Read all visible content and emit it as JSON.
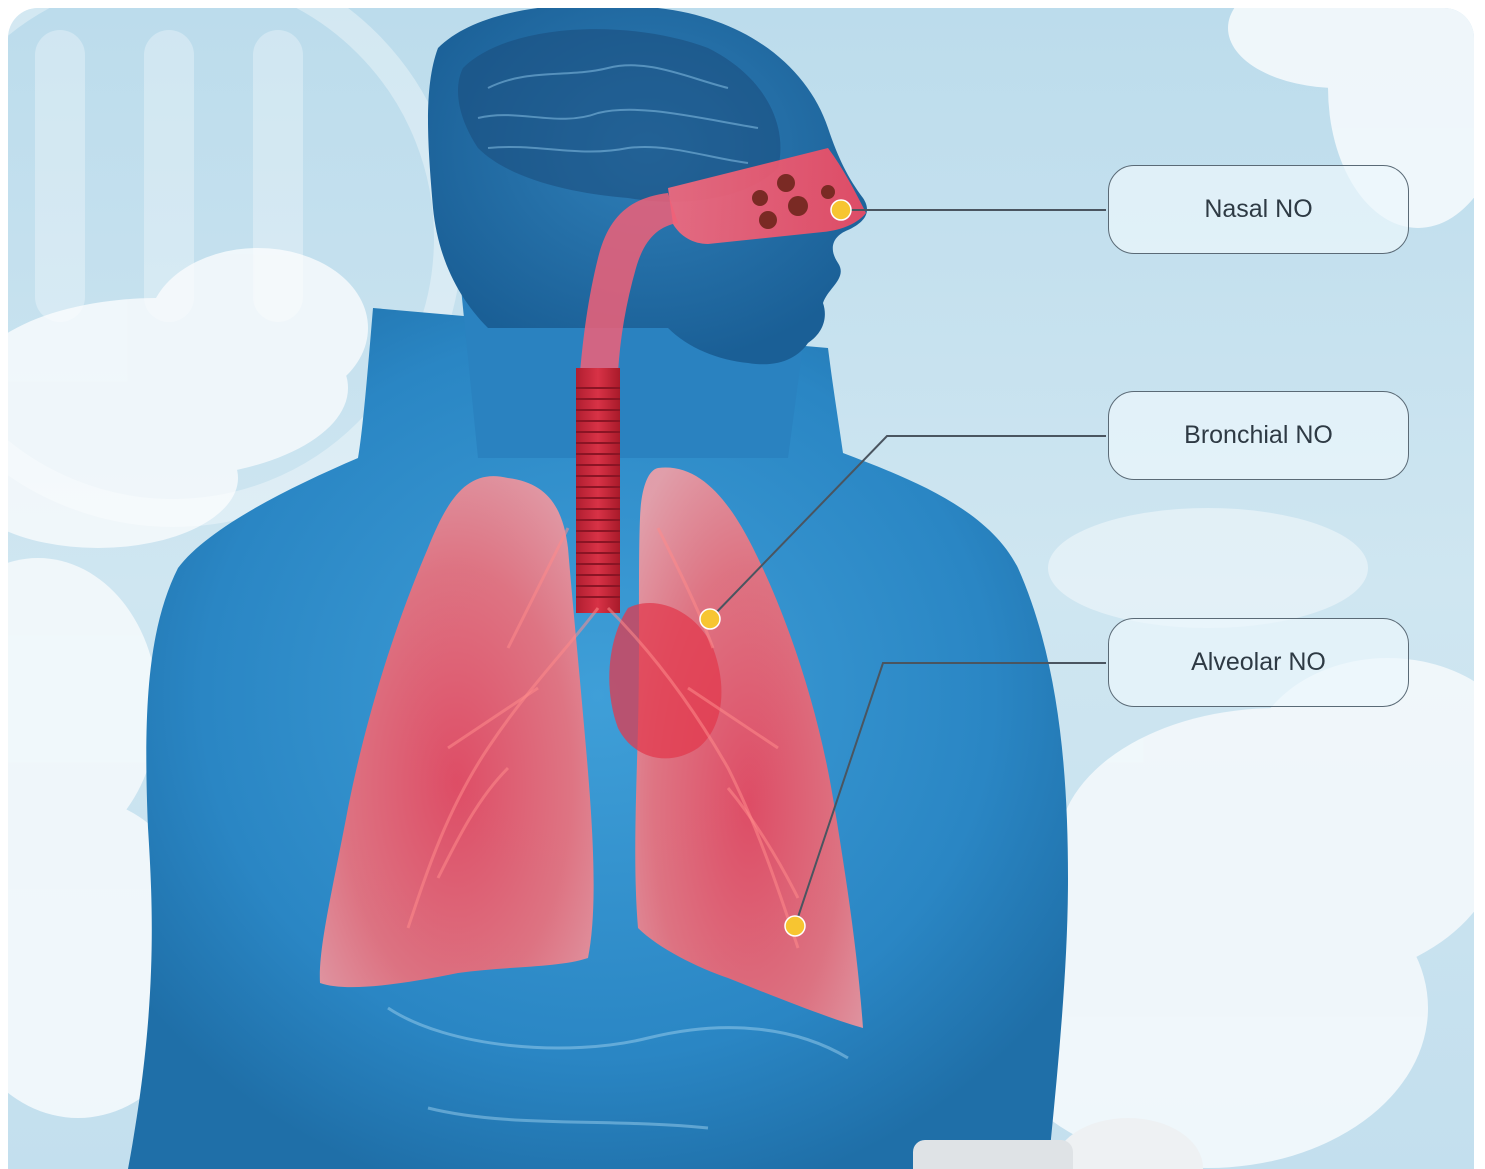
{
  "callouts": [
    {
      "label": "Nasal NO"
    },
    {
      "label": "Bronchial NO"
    },
    {
      "label": "Alveolar NO"
    }
  ],
  "colors": {
    "sky": "#c9e2ef",
    "body": "#2f8fcb",
    "lung": "#ee5560",
    "marker": "#f7c531",
    "connector": "#4a5560"
  }
}
